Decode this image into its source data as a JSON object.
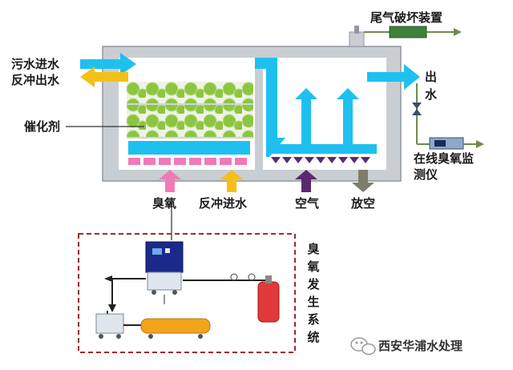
{
  "labels": {
    "tail_gas": "尾气破坏装置",
    "sewage_in": "污水进水",
    "backwash_out": "反冲出水",
    "catalyst": "催化剂",
    "outlet_1": "出",
    "outlet_2": "水",
    "monitor_1": "在线臭氧监",
    "monitor_2": "测仪",
    "ozone": "臭氧",
    "backwash_in": "反冲进水",
    "air": "空气",
    "drain": "放空",
    "ozone_system": "臭氧发生系统",
    "watermark": "西安华浦水处理"
  },
  "colors": {
    "water": "#1ec0f0",
    "ozone_arrow": "#f07ab8",
    "backwash_arrow": "#f5c016",
    "air_arrow": "#5a2a70",
    "drain_arrow": "#7d7d6a",
    "catalyst_ball": "#8cc63f",
    "tank_wall": "#c9ced3",
    "pipe": "#6b8c4a",
    "dashed_box": "#9b2d2d"
  }
}
